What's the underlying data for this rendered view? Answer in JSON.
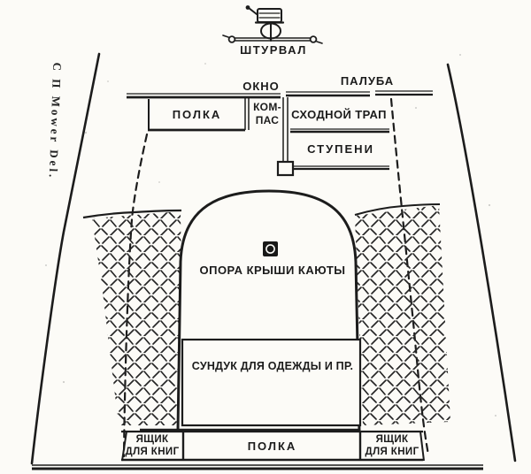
{
  "colors": {
    "ink": "#1c1c1c",
    "paper": "#fcfbf7"
  },
  "signature": "С П Mower Del.",
  "helm": {
    "icon": "tiller-winch-icon",
    "label": "ШТУРВАЛ"
  },
  "top": {
    "window": "ОКНО",
    "deck": "ПАЛУБА",
    "shelf": "ПОЛКА",
    "compass_line1": "КОМ-",
    "compass_line2": "ПАС",
    "companionway": "СХОДНОЙ ТРАП",
    "steps": "СТУПЕНИ"
  },
  "cabin": {
    "roof_support_icon": "roof-support-post-icon",
    "roof_support": "ОПОРА КРЫШИ КАЮТЫ",
    "chest": "СУНДУК ДЛЯ ОДЕЖДЫ И ПР."
  },
  "bottom": {
    "book_box_left_line1": "ЯЩИК",
    "book_box_left_line2": "ДЛЯ КНИГ",
    "shelf": "ПОЛКА",
    "book_box_right_line1": "ЯЩИК",
    "book_box_right_line2": "ДЛЯ КНИГ"
  }
}
